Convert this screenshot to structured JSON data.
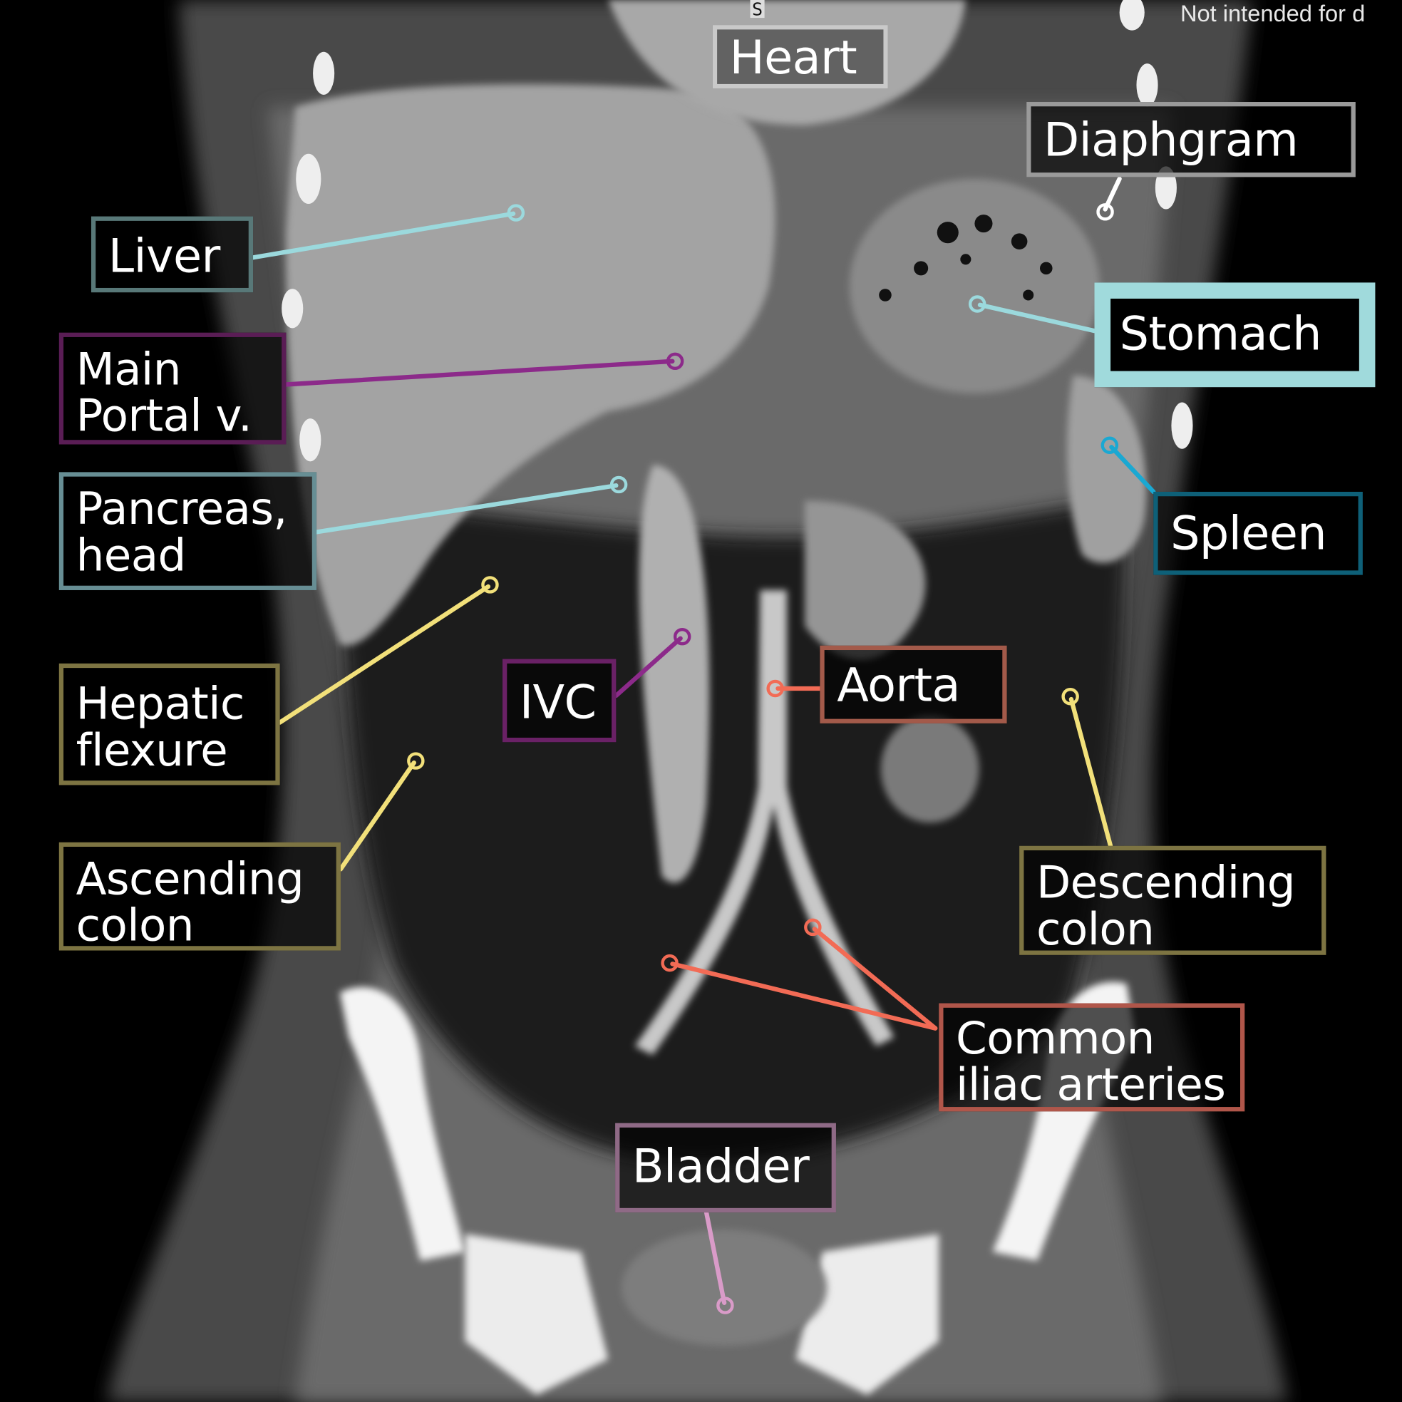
{
  "image": {
    "description": "Coronal contrast-enhanced CT of the abdomen and pelvis with anatomical labels",
    "watermark": "Not intended for d",
    "orientation_marker": "S"
  },
  "colors": {
    "cyan": "#9bd9dd",
    "purple": "#8c2a8a",
    "yellow": "#f2e07a",
    "red": "#f26b55",
    "blue": "#1aa8d2",
    "pink": "#d99bc8",
    "white": "#ffffff",
    "gray_border": "#9a9a9a"
  },
  "labels": [
    {
      "id": "heart",
      "text": "Heart",
      "border": "rgba(220,220,220,0.85)",
      "line": null
    },
    {
      "id": "diaphragm",
      "text": "Diaphgram",
      "border": "#9a9a9a",
      "line": "#ffffff"
    },
    {
      "id": "liver",
      "text": "Liver",
      "border": "#587878",
      "line": "#9bd9dd"
    },
    {
      "id": "main-portal-vein",
      "text": "Main\nPortal v.",
      "border": "#5a1d55",
      "line": "#8c2a8a"
    },
    {
      "id": "pancreas-head",
      "text": "Pancreas,\nhead",
      "border": "#678e94",
      "line": "#9bd9dd"
    },
    {
      "id": "stomach",
      "text": "Stomach",
      "border": "#a0dadc",
      "line": "#9bd9dd"
    },
    {
      "id": "spleen",
      "text": "Spleen",
      "border": "#0e6078",
      "line": "#1aa8d2"
    },
    {
      "id": "hepatic-flexure",
      "text": "Hepatic\nflexure",
      "border": "#7d7442",
      "line": "#f2e07a"
    },
    {
      "id": "ascending-colon",
      "text": "Ascending\ncolon",
      "border": "#7d7442",
      "line": "#f2e07a"
    },
    {
      "id": "ivc",
      "text": "IVC",
      "border": "#6a2166",
      "line": "#8c2a8a"
    },
    {
      "id": "aorta",
      "text": "Aorta",
      "border": "#a35a4a",
      "line": "#f26b55"
    },
    {
      "id": "descending-colon",
      "text": "Descending\ncolon",
      "border": "#7d7442",
      "line": "#f2e07a"
    },
    {
      "id": "common-iliac-arteries",
      "text": "Common\niliac arteries",
      "border": "#b0564a",
      "line": "#f26b55"
    },
    {
      "id": "bladder",
      "text": "Bladder",
      "border": "#8f6a86",
      "line": "#d99bc8"
    }
  ]
}
